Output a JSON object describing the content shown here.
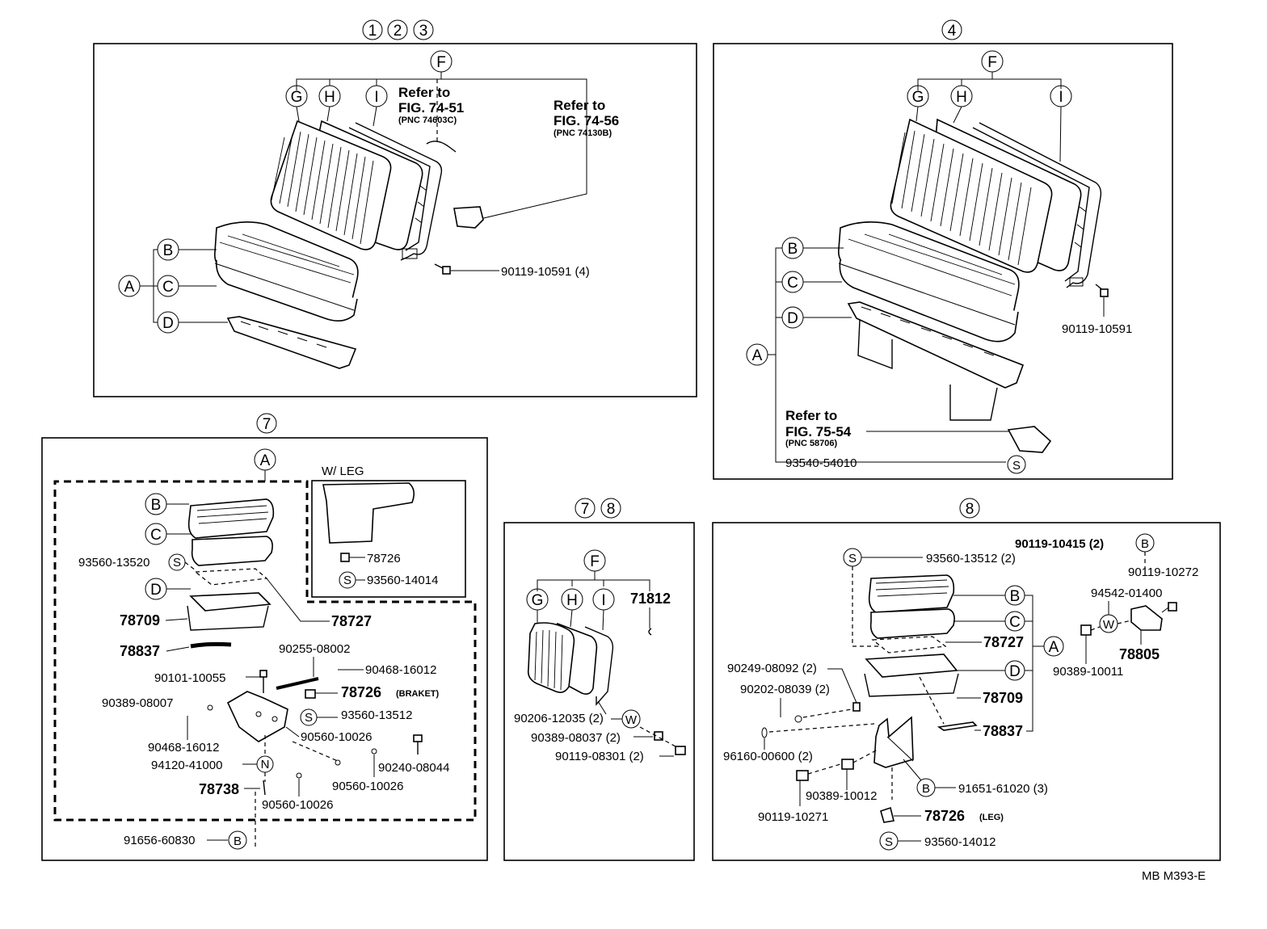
{
  "doc_code": "MB M393-E",
  "p1": {
    "header": [
      "1",
      "2",
      "3"
    ],
    "F": "F",
    "G": "G",
    "H": "H",
    "I": "I",
    "A": "A",
    "B": "B",
    "C": "C",
    "D": "D",
    "ref1": [
      "Refer to",
      "FIG. 74-51",
      "(PNC 74603C)"
    ],
    "ref2": [
      "Refer to",
      "FIG. 74-56",
      "(PNC 74130B)"
    ],
    "bolt": "90119-10591 (4)"
  },
  "p2": {
    "header": "4",
    "F": "F",
    "G": "G",
    "H": "H",
    "I": "I",
    "A": "A",
    "B": "B",
    "C": "C",
    "D": "D",
    "S": "S",
    "bolt": "90119-10591",
    "ref": [
      "Refer to",
      "FIG. 75-54",
      "(PNC 58706)"
    ],
    "part": "93540-54010"
  },
  "p3": {
    "header": "7",
    "A": "A",
    "B": "B",
    "C": "C",
    "D": "D",
    "S": "S",
    "N": "N",
    "B2": "B",
    "inset_title": "W/ LEG",
    "inset_78726": "78726",
    "inset_part": "93560-14014",
    "labels": {
      "p93560_13520": "93560-13520",
      "p78709": "78709",
      "p78727": "78727",
      "p78837": "78837",
      "p90255_08002": "90255-08002",
      "p90468_16012a": "90468-16012",
      "p90101_10055": "90101-10055",
      "p78726": "78726",
      "braket": "(BRAKET)",
      "p90389_08007": "90389-08007",
      "p93560_13512": "93560-13512",
      "p90468_16012b": "90468-16012",
      "p90560_10026a": "90560-10026",
      "p94120_41000": "94120-41000",
      "p90240_08044": "90240-08044",
      "p78738": "78738",
      "p90560_10026b": "90560-10026",
      "p90560_10026c": "90560-10026",
      "p91656_60830": "91656-60830"
    }
  },
  "p4": {
    "header": [
      "7",
      "8"
    ],
    "F": "F",
    "G": "G",
    "H": "H",
    "I": "I",
    "W": "W",
    "p71812": "71812",
    "p90206": "90206-12035 (2)",
    "p90389": "90389-08037 (2)",
    "p90119": "90119-08301 (2)"
  },
  "p5": {
    "header": "8",
    "A": "A",
    "B": "B",
    "C": "C",
    "D": "D",
    "S": "S",
    "W": "W",
    "B2": "B",
    "B3": "B",
    "S2": "S",
    "labels": {
      "p90119_10415": "90119-10415 (2)",
      "p93560_13512": "93560-13512 (2)",
      "p90119_10272": "90119-10272",
      "p94542_01400": "94542-01400",
      "p78727": "78727",
      "p78805": "78805",
      "p90389_10011": "90389-10011",
      "p90249_08092": "90249-08092 (2)",
      "p90202_08039": "90202-08039 (2)",
      "p78709": "78709",
      "p78837": "78837",
      "p96160_00600": "96160-00600 (2)",
      "p91651_61020": "91651-61020 (3)",
      "p90389_10012": "90389-10012",
      "p90119_10271": "90119-10271",
      "p78726": "78726",
      "leg": "(LEG)",
      "p93560_14012": "93560-14012"
    }
  }
}
